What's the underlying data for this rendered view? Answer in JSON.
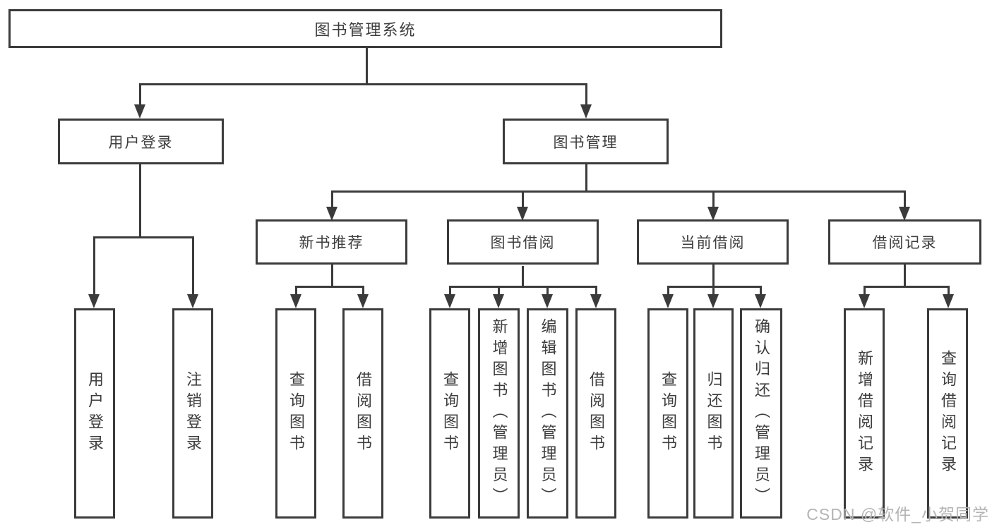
{
  "diagram_title": "图书管理系统",
  "watermark": "CSDN @软件_小贺同学",
  "colors": {
    "line": "#3b3b3b",
    "text": "#3d3d3d",
    "watermark": "#b4b4b4"
  },
  "nodes": {
    "root": "图书管理系统",
    "l2": [
      "用户登录",
      "图书管理"
    ],
    "l3": [
      "新书推荐",
      "图书借阅",
      "当前借阅",
      "借阅记录"
    ],
    "g1": [
      "用户登录",
      "注销登录"
    ],
    "g2": [
      "查询图书",
      "借阅图书"
    ],
    "g3": [
      "查询图书",
      "新增图书（管理员）",
      "编辑图书（管理员）",
      "借阅图书"
    ],
    "g4": [
      "查询图书",
      "归还图书",
      "确认归还（管理员）"
    ],
    "g5": [
      "新增借阅记录",
      "查询借阅记录"
    ]
  },
  "hierarchy": {
    "root": "图书管理系统",
    "children": [
      {
        "label": "用户登录",
        "children": [
          "用户登录",
          "注销登录"
        ]
      },
      {
        "label": "图书管理",
        "children": [
          {
            "label": "新书推荐",
            "children": [
              "查询图书",
              "借阅图书"
            ]
          },
          {
            "label": "图书借阅",
            "children": [
              "查询图书",
              "新增图书（管理员）",
              "编辑图书（管理员）",
              "借阅图书"
            ]
          },
          {
            "label": "当前借阅",
            "children": [
              "查询图书",
              "归还图书",
              "确认归还（管理员）"
            ]
          },
          {
            "label": "借阅记录",
            "children": [
              "新增借阅记录",
              "查询借阅记录"
            ]
          }
        ]
      }
    ]
  }
}
